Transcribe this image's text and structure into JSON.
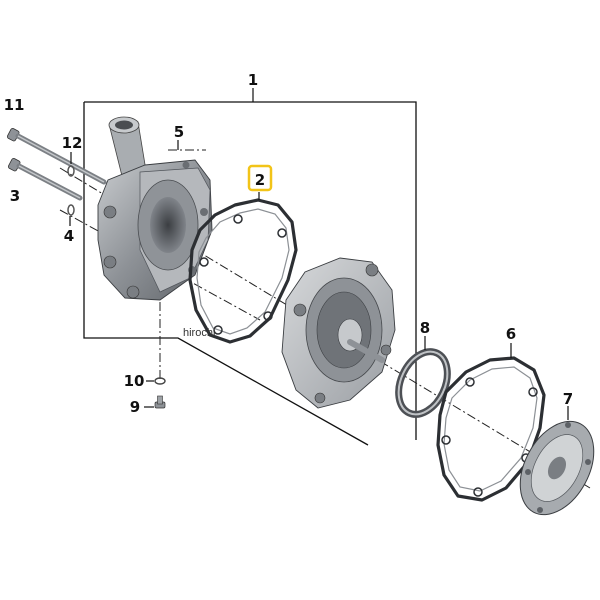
{
  "callouts": {
    "c1": "1",
    "c2": "2",
    "c3": "3",
    "c4": "4",
    "c5": "5",
    "c6": "6",
    "c7": "7",
    "c8": "8",
    "c9": "9",
    "c10": "10",
    "c11": "11",
    "c12": "12"
  },
  "highlighted_part": "2",
  "highlight_color": "#f2c418",
  "watermark": "hirochi",
  "colors": {
    "part_dark": "#6f7378",
    "part_mid": "#9ea2a6",
    "part_light": "#d6d8da",
    "line": "#111111"
  }
}
